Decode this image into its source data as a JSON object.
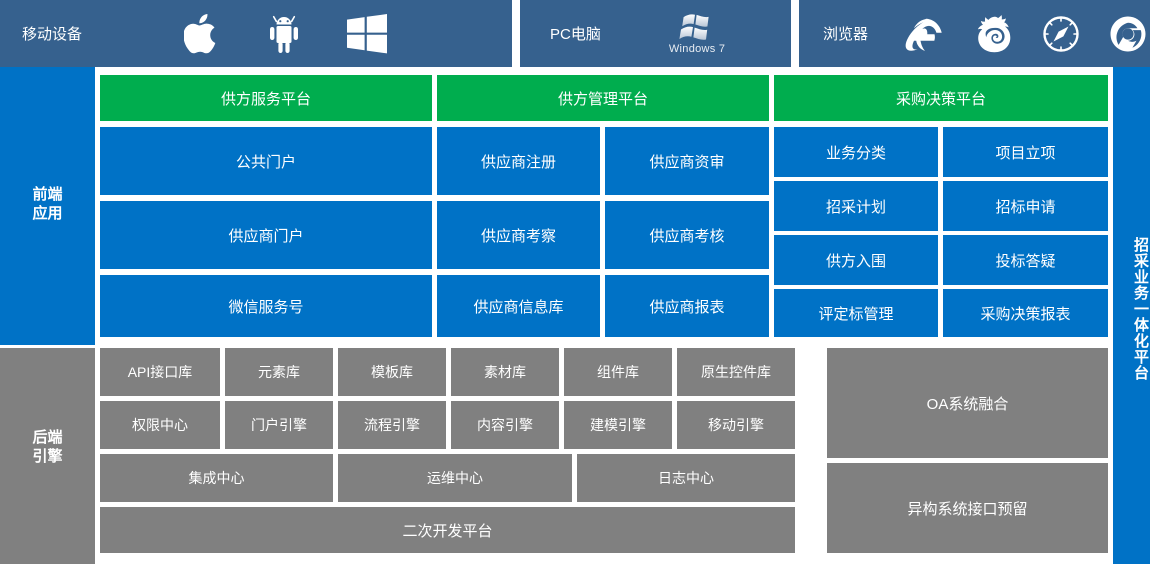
{
  "topbar": {
    "segments": [
      {
        "label": "移动设备",
        "icons": [
          "apple-icon",
          "android-icon",
          "windows-phone-icon"
        ]
      },
      {
        "label": "PC电脑",
        "icons": [
          "windows7-icon"
        ],
        "icon_caption": "Windows 7"
      },
      {
        "label": "浏览器",
        "icons": [
          "internet-explorer-icon",
          "firefox-icon",
          "safari-icon",
          "chrome-icon"
        ]
      }
    ]
  },
  "left_rail": {
    "frontend_label": "前端\n应用",
    "frontend_line1": "前端",
    "frontend_line2": "应用",
    "backend_line1": "后端",
    "backend_line2": "引擎"
  },
  "right_rail": {
    "label": "招采业务一体化平台"
  },
  "frontend": {
    "groups": [
      {
        "header": "供方服务平台",
        "rows": [
          [
            "公共门户"
          ],
          [
            "供应商门户"
          ],
          [
            "微信服务号"
          ]
        ]
      },
      {
        "header": "供方管理平台",
        "rows": [
          [
            "供应商注册",
            "供应商资审"
          ],
          [
            "供应商考察",
            "供应商考核"
          ],
          [
            "供应商信息库",
            "供应商报表"
          ]
        ]
      },
      {
        "header": "采购决策平台",
        "rows": [
          [
            "业务分类",
            "项目立项"
          ],
          [
            "招采计划",
            "招标申请"
          ],
          [
            "供方入围",
            "投标答疑"
          ],
          [
            "评定标管理",
            "采购决策报表"
          ]
        ]
      }
    ]
  },
  "backend": {
    "libraries": [
      "API接口库",
      "元素库",
      "模板库",
      "素材库",
      "组件库",
      "原生控件库"
    ],
    "engines": [
      "权限中心",
      "门户引擎",
      "流程引擎",
      "内容引擎",
      "建模引擎",
      "移动引擎"
    ],
    "centers": [
      "集成中心",
      "运维中心",
      "日志中心"
    ],
    "dev_platform": "二次开发平台",
    "integration": [
      "OA系统融合",
      "异构系统接口预留"
    ]
  },
  "colors": {
    "header_blue": "#36618e",
    "primary_blue": "#0072c6",
    "green": "#00ad4e",
    "gray": "#808080",
    "white": "#ffffff"
  }
}
